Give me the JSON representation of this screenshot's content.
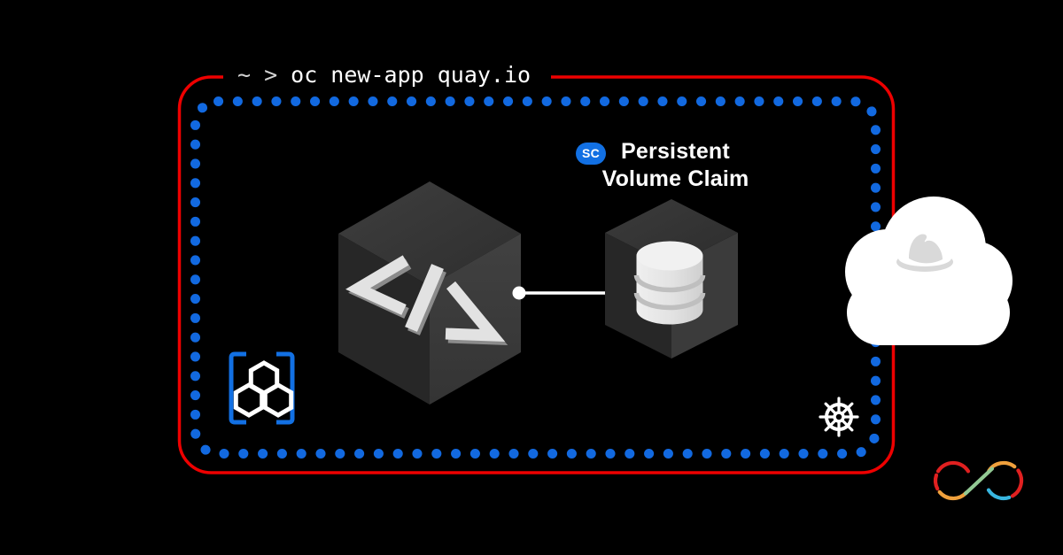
{
  "terminal": {
    "prompt": "~ >",
    "command": "oc new-app quay.io"
  },
  "pvc": {
    "badge": "SC",
    "line1": "Persistent",
    "line2": "Volume Claim"
  },
  "colors": {
    "background": "#000000",
    "border_red": "#ee0000",
    "dot_blue": "#1269e0",
    "badge_blue": "#1270e3",
    "quay_blue": "#1270e3",
    "cloud_white": "#ffffff",
    "fedora_gray": "#d9d9d9",
    "cube_top": "#353535",
    "cube_left": "#272727",
    "cube_right": "#3b3b3b",
    "infinity_red": "#e02020",
    "infinity_orange": "#f0a03c",
    "infinity_green": "#92c994",
    "infinity_blue": "#38b6e0"
  },
  "icons": [
    "code-cube-icon",
    "storage-cube-icon",
    "connector-line",
    "redhat-cloud-icon",
    "fedora-hat-icon",
    "quay-logo-icon",
    "kubernetes-wheel-icon",
    "dev-loop-infinity-icon"
  ]
}
